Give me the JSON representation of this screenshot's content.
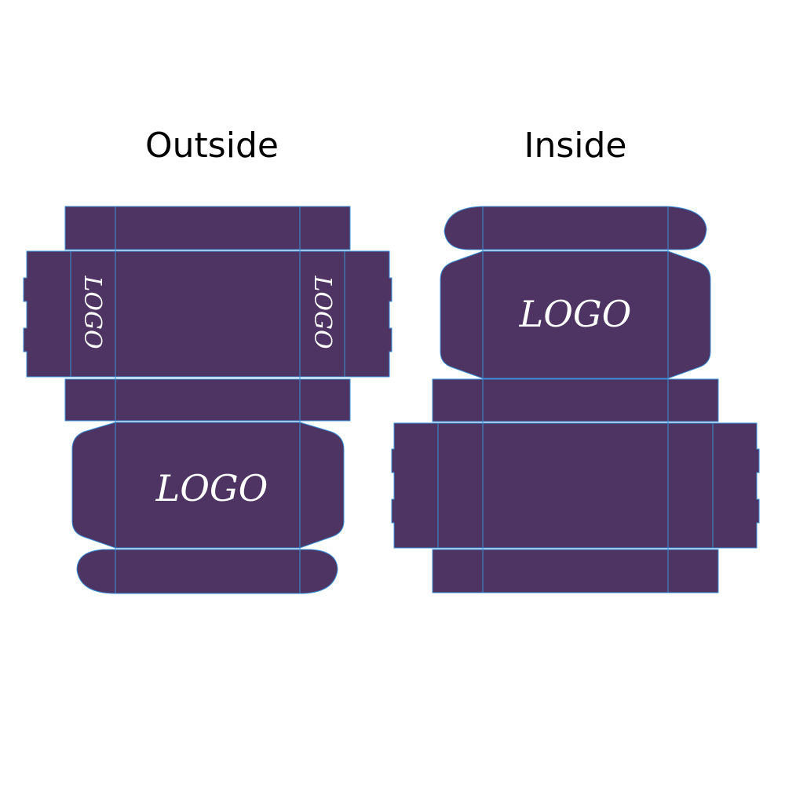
{
  "outside": {
    "title": "Outside",
    "logo_main": "LOGO",
    "logo_side_left": "LOGO",
    "logo_side_right": "LOGO"
  },
  "inside": {
    "title": "Inside",
    "logo_main": "LOGO"
  },
  "colors": {
    "panel_fill": "#4e3463",
    "fold_line": "#3a8fd6",
    "logo_text": "#ffffff",
    "background": "#ffffff"
  }
}
